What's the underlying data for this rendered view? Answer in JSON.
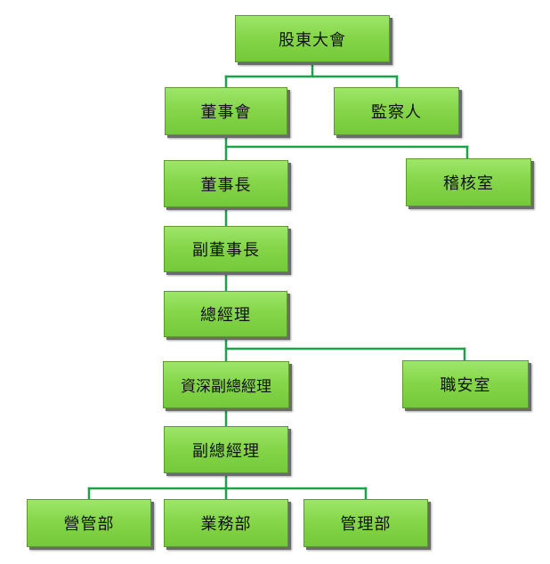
{
  "org_chart": {
    "nodes": {
      "shareholders_meeting": "股東大會",
      "board_of_directors": "董事會",
      "supervisors": "監察人",
      "chairman": "董事長",
      "audit_office": "稽核室",
      "vice_chairman": "副董事長",
      "general_manager": "總經理",
      "senior_vp": "資深副總經理",
      "safety_office": "職安室",
      "vice_president": "副總經理",
      "operations_dept": "營管部",
      "business_dept": "業務部",
      "management_dept": "管理部"
    },
    "colors": {
      "box_fill": "#86d64a",
      "box_border": "#5a9a2e",
      "connector": "#1aa44a",
      "shadow": "#6b6b6b"
    }
  }
}
